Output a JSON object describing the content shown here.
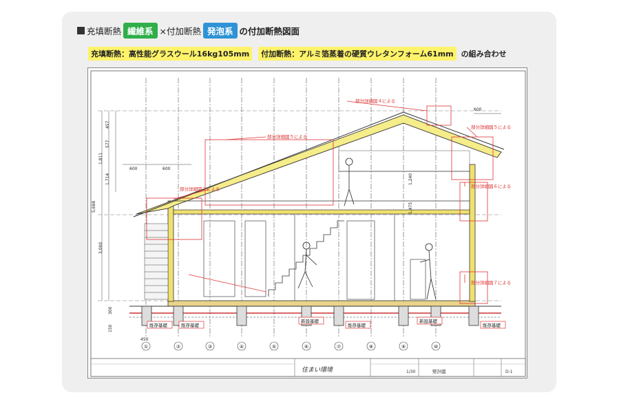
{
  "heading": {
    "prefix": "充填断熱",
    "fiber_badge": "繊維系",
    "cross": "×付加断熱",
    "foam_badge": "発泡系",
    "suffix": "の付加断熱図面"
  },
  "specs": {
    "fill": "充填断熱：高性能グラスウール16kg105mm",
    "added": "付加断熱：アルミ箔蒸着の硬質ウレタンフォーム61mm",
    "tail": "の組み合わせ"
  },
  "drawing": {
    "callouts": {
      "detail4": "部分詳細図４による",
      "detail5": "部分詳細図５による",
      "detail3": "部分詳細図３による",
      "detail5b": "部分詳細図５による",
      "detail6": "部分詳細図６による",
      "detail7": "部分詳細図７による"
    },
    "foundations": {
      "existing1": "既存基礎",
      "existing2": "既存基礎",
      "existing3": "既存基礎",
      "existing4": "既存基礎",
      "new1": "新設基礎",
      "new2": "新設基礎"
    },
    "dims": {
      "d600a": "600",
      "d600b": "600",
      "d600c": "600",
      "d5688": "5,688",
      "d3000": "3,000",
      "d1811": "1,811",
      "d1714": "1,714",
      "d457": "457",
      "d577": "577",
      "d1240": "1,240",
      "d1475": "1,475",
      "d450": "450",
      "d300": "300",
      "d150": "150"
    },
    "grids": [
      "①",
      "②",
      "③",
      "④",
      "⑤",
      "⑥",
      "⑦",
      "⑧",
      "⑨",
      "⑩"
    ],
    "title_block": {
      "logo": "住まい環境",
      "sheet_name": "矩計図",
      "scale": "1/30",
      "sheet_no": "D-1"
    }
  }
}
